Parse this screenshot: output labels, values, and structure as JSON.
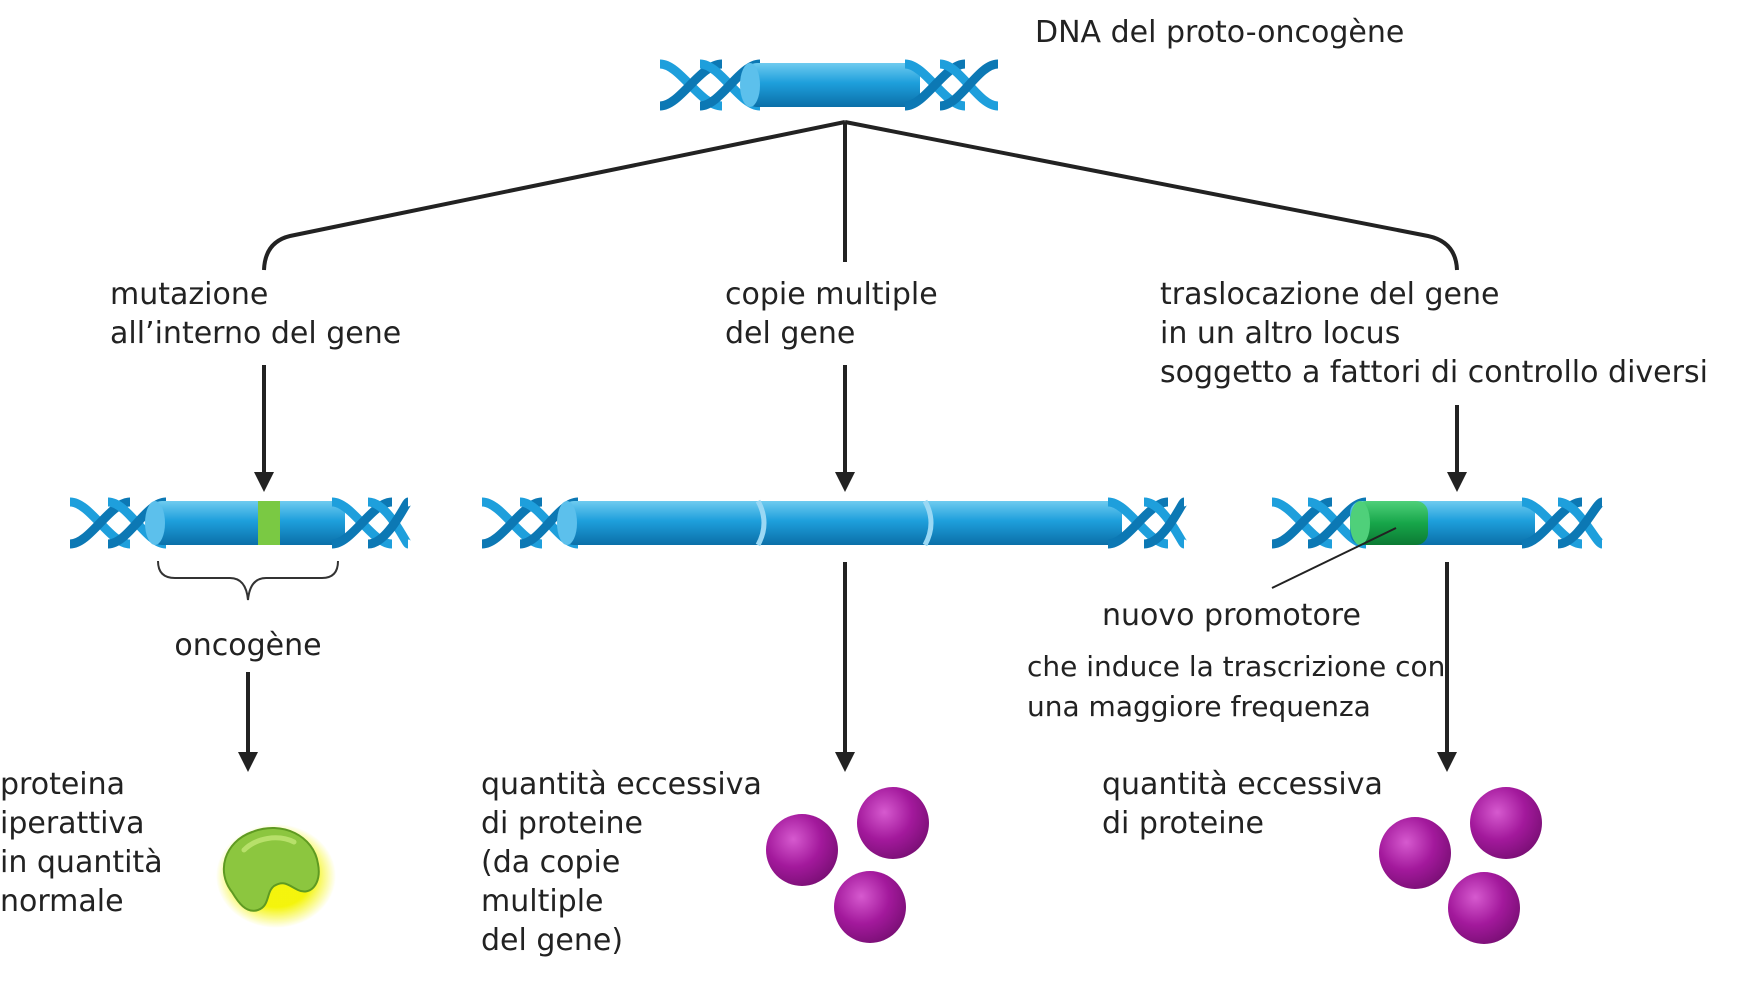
{
  "colors": {
    "dna_blue": "#1e9fdc",
    "dna_blue_dark": "#0c78b4",
    "dna_blue_light": "#66c6ee",
    "mutation_green": "#7ac943",
    "promoter_green": "#17a64a",
    "protein_green": "#8cc63f",
    "protein_glow": "#f2f200",
    "protein_purple": "#a3199c",
    "line": "#222222"
  },
  "top": {
    "label": "DNA del proto-oncogène"
  },
  "branches": {
    "mutation": {
      "label_lines": [
        "mutazione",
        "all’interno del gene"
      ],
      "bracket_label": "oncogène",
      "result_lines": [
        "proteina",
        "iperattiva",
        "in quantità",
        "normale"
      ],
      "protein_icon": "hyperactive-protein"
    },
    "copies": {
      "label_lines": [
        "copie multiple",
        "del gene"
      ],
      "result_lines": [
        "quantità eccessiva",
        "di proteine",
        "(da copie",
        "multiple",
        "del gene)"
      ],
      "protein_icon": "protein-sphere"
    },
    "translocation": {
      "label_lines": [
        "traslocazione del gene",
        "in un altro locus",
        "soggetto a fattori di controllo diversi"
      ],
      "promoter_label": "nuovo promotore",
      "promoter_desc_lines": [
        "che induce la trascrizione con",
        "una maggiore frequenza"
      ],
      "result_lines": [
        "quantità eccessiva",
        "di proteine"
      ],
      "protein_icon": "protein-sphere"
    }
  }
}
